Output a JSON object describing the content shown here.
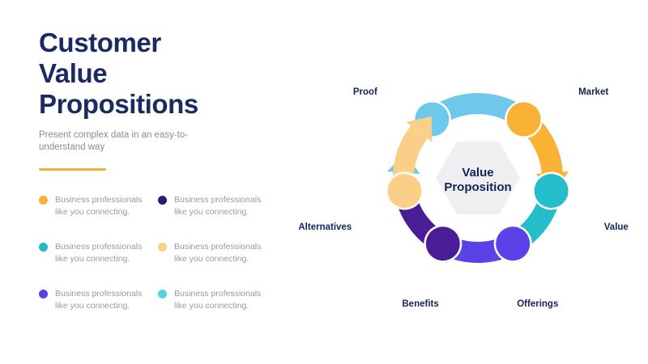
{
  "slide": {
    "title": "Customer\nValue\nPropositions",
    "subtitle": "Present complex data in an easy-to-understand way",
    "accent_color": "#F2B134",
    "title_color": "#1B2A63",
    "background": "#ffffff"
  },
  "bullets": [
    {
      "dot_color": "#F5B331",
      "text": "Business professionals like you connecting."
    },
    {
      "dot_color": "#2B1A7A",
      "text": "Business professionals like you connecting."
    },
    {
      "dot_color": "#1FBCC4",
      "text": "Business professionals like you connecting."
    },
    {
      "dot_color": "#FAD08A",
      "text": "Business professionals like you connecting."
    },
    {
      "dot_color": "#5B42E8",
      "text": "Business professionals like you connecting."
    },
    {
      "dot_color": "#4ED6E4",
      "text": "Business professionals like you connecting."
    }
  ],
  "diagram": {
    "type": "pinwheel",
    "center_label": "Value\nProposition",
    "center_line1": "Value",
    "center_line2": "Proposition",
    "center_shape": "hexagon",
    "center_fill": "#EFEFF1",
    "center_text_color": "#15235B",
    "label_color": "#15235B",
    "arms": [
      {
        "label": "Proof",
        "color": "#6DC8EC",
        "position": "top-left"
      },
      {
        "label": "Market",
        "color": "#F9B233",
        "position": "top-right"
      },
      {
        "label": "Value",
        "color": "#25BDC9",
        "position": "right"
      },
      {
        "label": "Offerings",
        "color": "#5B42E8",
        "position": "bottom-right"
      },
      {
        "label": "Benefits",
        "color": "#4A1D96",
        "position": "bottom-left"
      },
      {
        "label": "Alternatives",
        "color": "#FAD089",
        "position": "left"
      }
    ]
  }
}
